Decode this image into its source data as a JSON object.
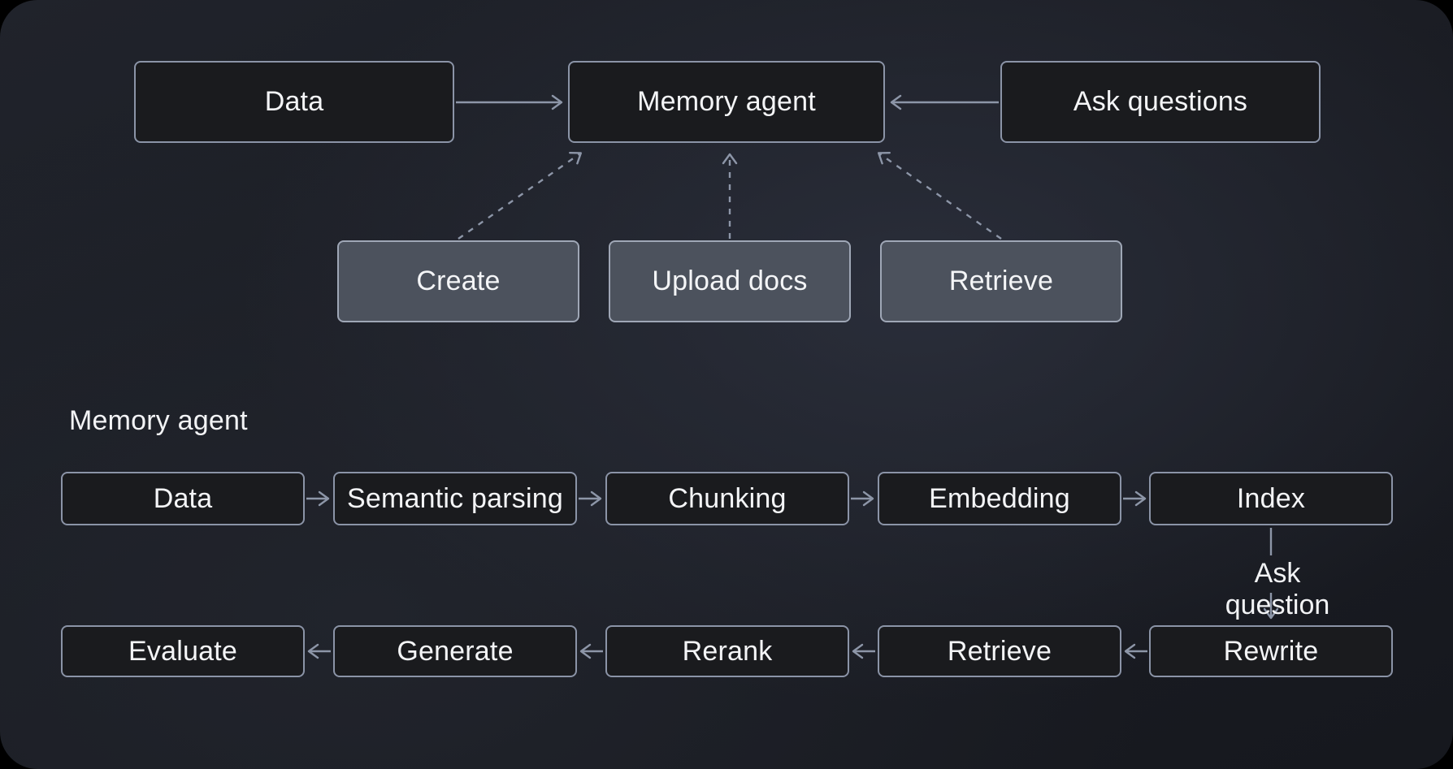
{
  "overview": {
    "nodes": {
      "data": "Data",
      "memory_agent": "Memory agent",
      "ask_questions": "Ask questions",
      "create": "Create",
      "upload_docs": "Upload docs",
      "retrieve": "Retrieve"
    }
  },
  "pipeline": {
    "heading": "Memory agent",
    "row1": [
      "Data",
      "Semantic parsing",
      "Chunking",
      "Embedding",
      "Index"
    ],
    "ask_question_label": "Ask question",
    "row2": [
      "Evaluate",
      "Generate",
      "Rerank",
      "Retrieve",
      "Rewrite"
    ]
  },
  "colors": {
    "background_center": "#2a2e3a",
    "background_edge": "#16181e",
    "dark_node_fill": "#1a1b1e",
    "dark_node_border": "#8b94a7",
    "gray_node_fill": "#4c525d",
    "gray_node_border": "#9fa7b6",
    "connector": "#8d96a8",
    "text": "#f4f5f7"
  }
}
